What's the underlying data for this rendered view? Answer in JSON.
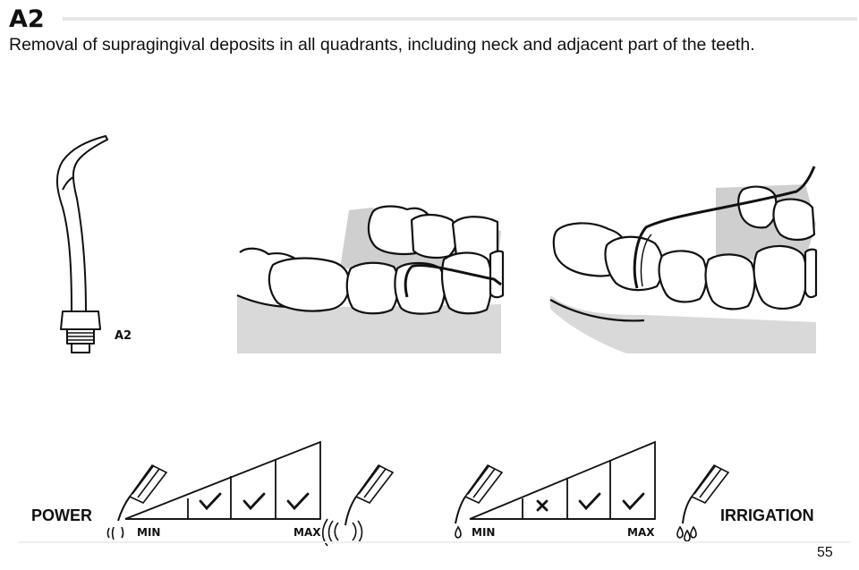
{
  "header": {
    "code": "A2",
    "description": "Removal of supragingival deposits in all quadrants, including neck and adjacent part of the teeth."
  },
  "tip": {
    "label": "A2"
  },
  "power": {
    "label": "POWER",
    "min_label": "MIN",
    "max_label": "MAX",
    "levels": [
      "check",
      "check",
      "check"
    ]
  },
  "irrigation": {
    "label": "IRRIGATION",
    "min_label": "MIN",
    "max_label": "MAX",
    "levels": [
      "cross",
      "check",
      "check"
    ]
  },
  "footer": {
    "page_number": "55"
  }
}
